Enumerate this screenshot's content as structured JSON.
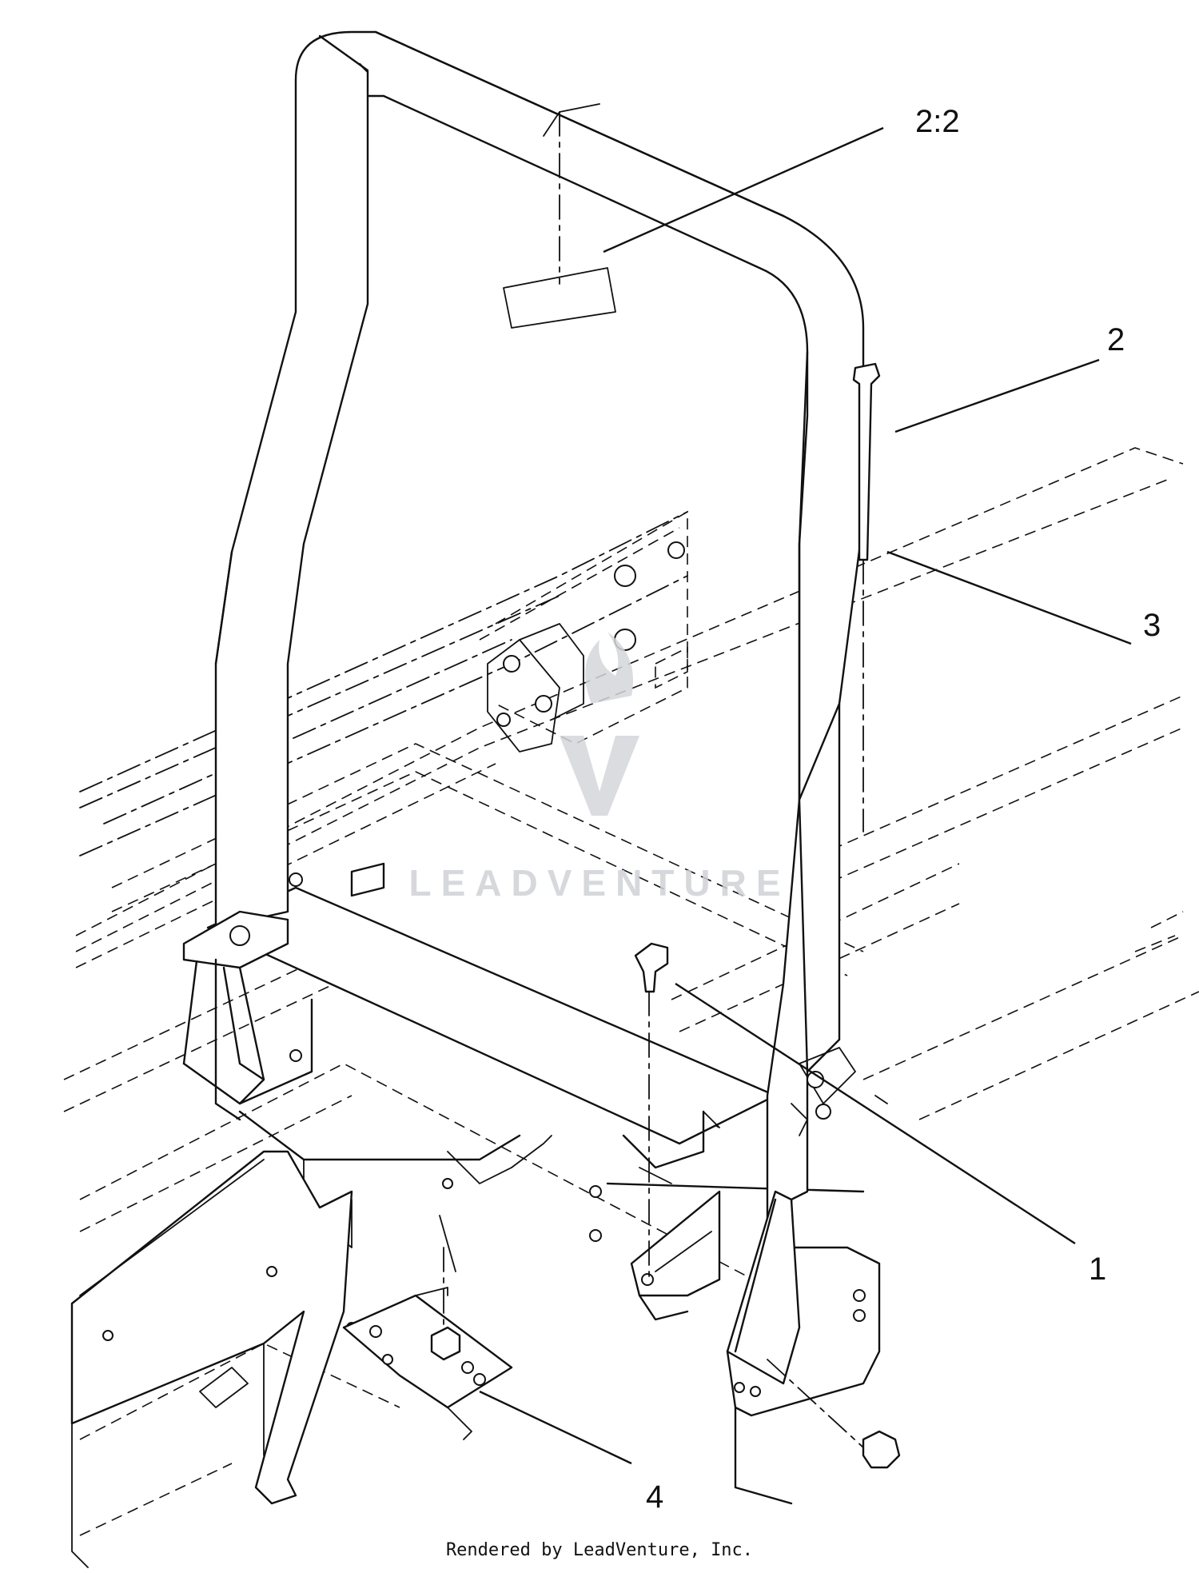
{
  "callouts": [
    {
      "id": "2:2",
      "label": "2:2"
    },
    {
      "id": "2",
      "label": "2"
    },
    {
      "id": "3",
      "label": "3"
    },
    {
      "id": "1",
      "label": "1"
    },
    {
      "id": "4",
      "label": "4"
    }
  ],
  "watermark": {
    "text": "LEADVENTURE"
  },
  "footer": {
    "credit": "Rendered by LeadVenture, Inc."
  },
  "colors": {
    "line": "#111111",
    "background": "#ffffff",
    "watermark": "#cfd2d6"
  }
}
